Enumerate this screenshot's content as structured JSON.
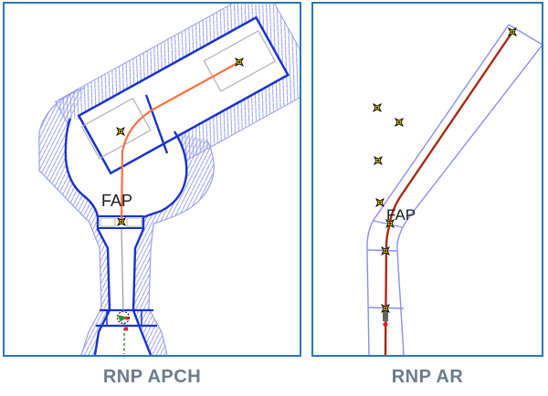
{
  "panels": [
    {
      "caption": "RNP APCH",
      "fap_label": "FAP",
      "features": [
        "hatched-secondary-protection-area",
        "white-primary-area",
        "orange-approach-track",
        "waypoint-stars",
        "runway-threshold-symbol",
        "missed-approach-dashed-line"
      ]
    },
    {
      "caption": "RNP AR",
      "fap_label": "FAP",
      "features": [
        "narrow-linear-corridor",
        "red-approach-track",
        "waypoint-stars",
        "runway-threshold-bar",
        "missed-approach-point-dot"
      ]
    }
  ],
  "markers": {
    "waypoint": "yellow-four-point-star",
    "threshold_left": "dashed-circle-with-green-arrow",
    "threshold_right": "grey-bar",
    "map_point": "red-dot"
  },
  "colors": {
    "panel_border": "#2e75b6",
    "caption_text": "#6d7b8c",
    "primary_area_blue": "#1832cc",
    "hatch_lavender": "#9aa0ea",
    "track_orange": "#ff7040",
    "track_dark_red": "#a82814",
    "waypoint_yellow": "#ffdd00",
    "runway_green": "#2f8f2f",
    "map_dot_red": "#e82020",
    "fix_box_grey": "#b0b0b0",
    "fap_text": "#1a1a1a"
  }
}
